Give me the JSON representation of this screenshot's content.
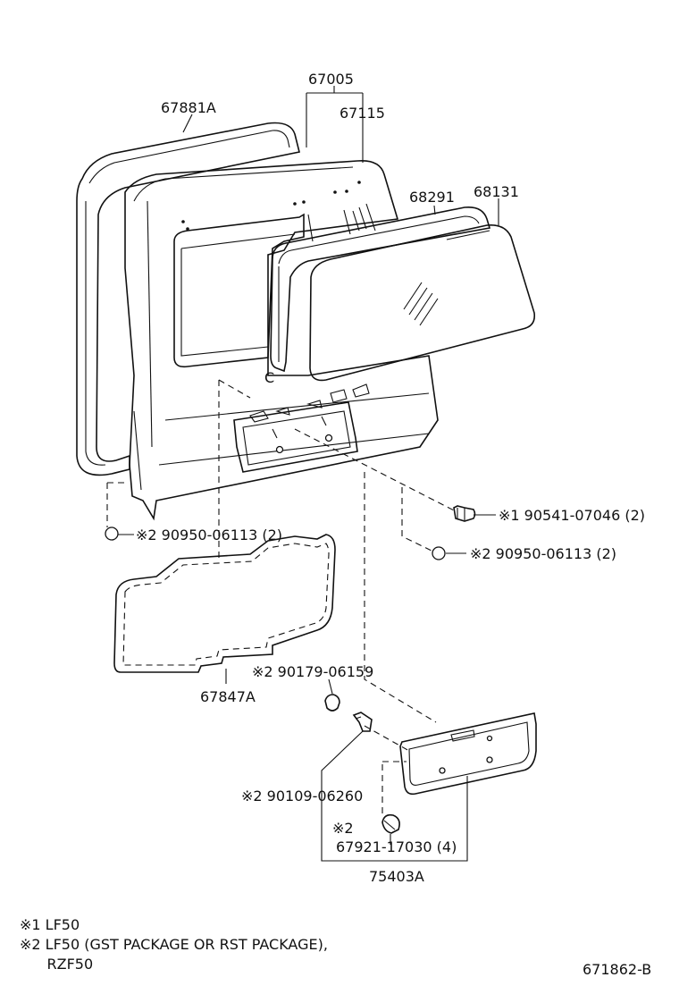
{
  "parts": {
    "p67881A": "67881A",
    "p67005": "67005",
    "p67115": "67115",
    "p68291": "68291",
    "p68131": "68131",
    "p90541": "※1  90541-07046 (2)",
    "p90950_left": "※2  90950-06113 (2)",
    "p90950_right": "※2  90950-06113 (2)",
    "p67847A": "67847A",
    "p90179": "※2  90179-06159",
    "p90109": "※2  90109-06260",
    "p67921_note": "※2",
    "p67921": "67921-17030 (4)",
    "p75403A": "75403A"
  },
  "notes": {
    "n1": "※1  LF50",
    "n2": "※2  LF50 (GST PACKAGE OR RST PACKAGE),",
    "n2b": "      RZF50"
  },
  "ref": "671862-B"
}
